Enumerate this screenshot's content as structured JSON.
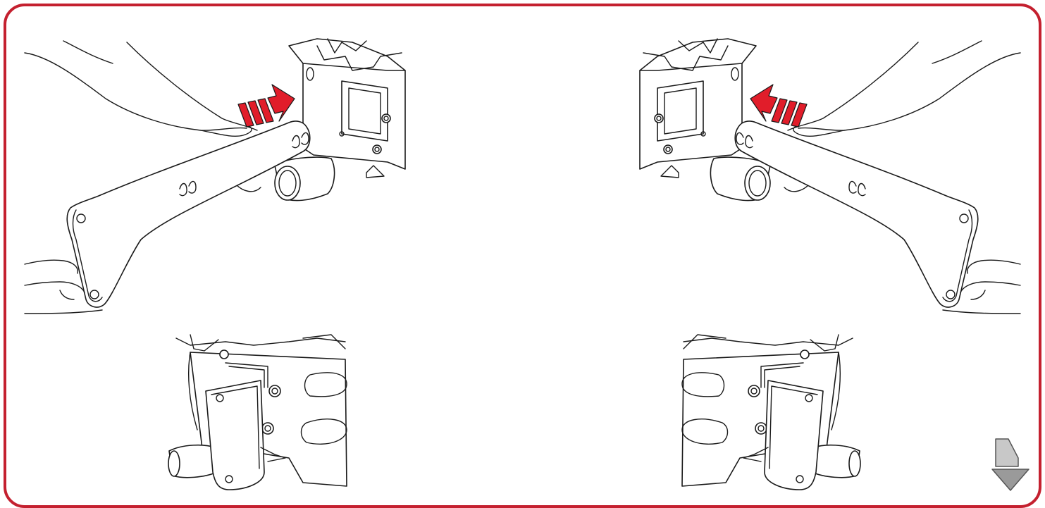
{
  "colors": {
    "frame": "#c4202f",
    "arrow": "#e11d2a",
    "nav_top": "#c8c8c8",
    "nav_bottom": "#9a9a9a"
  },
  "panels": [
    {
      "id": "top-left",
      "arrow_direction": "right"
    },
    {
      "id": "top-right",
      "arrow_direction": "left"
    },
    {
      "id": "bottom-left"
    },
    {
      "id": "bottom-right"
    }
  ],
  "navigation": {
    "icon": "chevron-down-icon"
  }
}
